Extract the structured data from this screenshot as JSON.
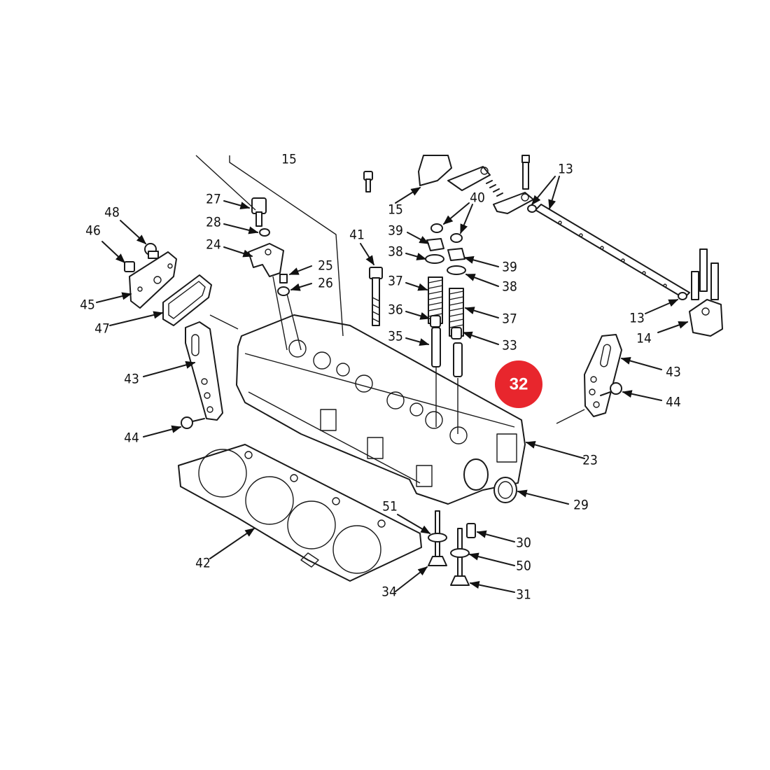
{
  "labels": {
    "p13a": "13",
    "p13b": "13",
    "p14": "14",
    "p15a": "15",
    "p15b": "15",
    "p23": "23",
    "p24": "24",
    "p25": "25",
    "p26": "26",
    "p27": "27",
    "p28": "28",
    "p29": "29",
    "p30": "30",
    "p31": "31",
    "p33": "33",
    "p34": "34",
    "p35": "35",
    "p36": "36",
    "p37a": "37",
    "p37b": "37",
    "p38a": "38",
    "p38b": "38",
    "p39a": "39",
    "p39b": "39",
    "p40": "40",
    "p41": "41",
    "p42": "42",
    "p43a": "43",
    "p43b": "43",
    "p44a": "44",
    "p44b": "44",
    "p45": "45",
    "p46": "46",
    "p47": "47",
    "p48": "48",
    "p50": "50",
    "p51": "51"
  },
  "highlight": {
    "label": "32",
    "color": "#e8262d"
  }
}
